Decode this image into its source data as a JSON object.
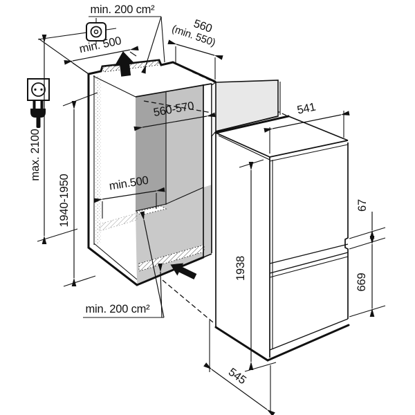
{
  "diagram": {
    "title": "built-in-fridge-installation-diagram",
    "labels": {
      "top_vent_area": "min. 200 cm²",
      "top_clearance_depth": "min. 500",
      "niche_depth_line1": "560",
      "niche_depth_line2": "(min. 550)",
      "max_height": "max. 2100",
      "niche_height": "1940-1950",
      "niche_width": "560-570",
      "interior_depth": "min.500",
      "bottom_vent_area": "min. 200 cm²",
      "appliance_width": "541",
      "appliance_height": "1938",
      "door_gap": "67",
      "lower_door_height": "669",
      "appliance_depth": "545"
    },
    "icons": {
      "socket": "schuko-socket-icon",
      "plug": "power-plug-icon",
      "cutout": "vent-cutout-symbol",
      "airflow_up": "airflow-up-arrow",
      "airflow_in": "airflow-in-arrow"
    },
    "colors": {
      "line": "#111111",
      "wall_dark": "#a3a3a3",
      "wall_light": "#c4c4c4",
      "floor": "#c9c9c9",
      "door_panel": "#e8e8e8"
    }
  }
}
